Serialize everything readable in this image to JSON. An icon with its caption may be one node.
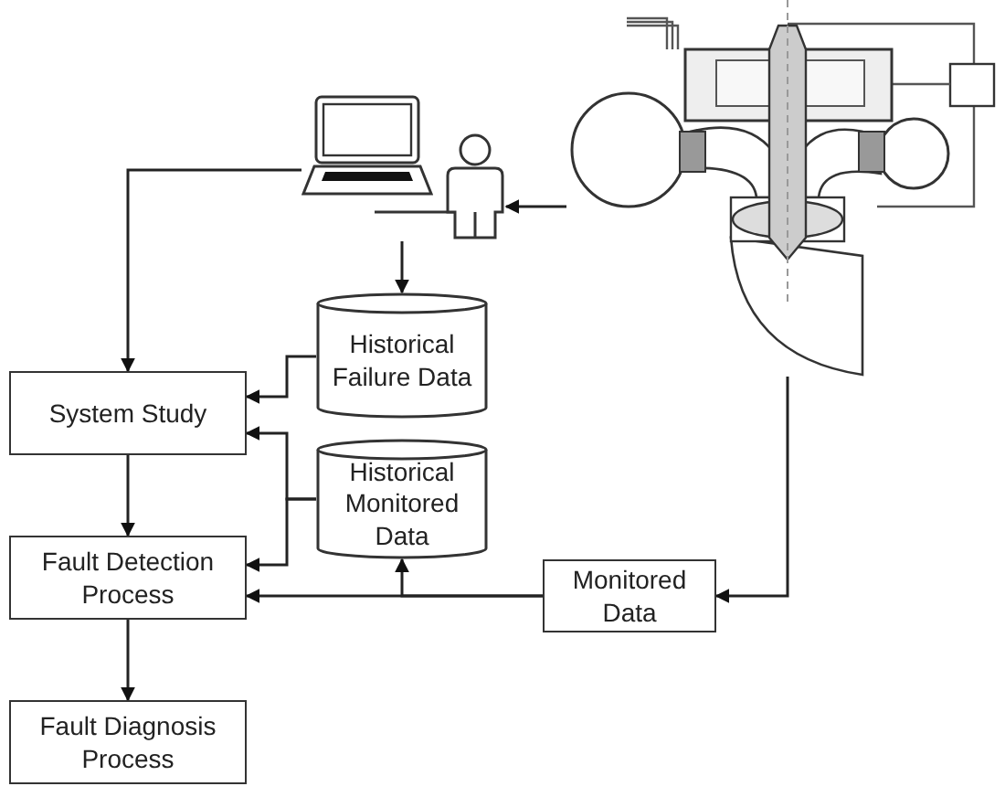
{
  "diagram": {
    "nodes": [
      {
        "text": [],
        "shape": "picture"
      },
      {
        "text": [],
        "shape": "person"
      },
      {
        "text": [],
        "shape": "picture"
      },
      {
        "text": [
          "Historical Failure Data"
        ]
      },
      {
        "text": [
          "Historical Monitored Data"
        ]
      },
      {
        "text": [
          "System Study"
        ]
      },
      {
        "text": [
          "Fault Detection Process"
        ]
      },
      {
        "text": [
          "Fault Diagnosis Process"
        ]
      },
      {
        "text": [
          "Monitored Data"
        ]
      }
    ],
    "edges": [
      {
        "from": 0,
        "to": 5,
        "arrow": "to"
      },
      {
        "from": 2,
        "to": 1,
        "arrow": "to"
      },
      {
        "from": 1,
        "to": 3,
        "arrow": "to"
      },
      {
        "from": 3,
        "to": 5,
        "arrow": "to"
      },
      {
        "from": 4,
        "to": 5,
        "arrow": "to"
      },
      {
        "from": 4,
        "to": 6,
        "arrow": "to"
      },
      {
        "from": 5,
        "to": 6,
        "arrow": "to"
      },
      {
        "from": 6,
        "to": 7,
        "arrow": "to"
      },
      {
        "from": 2,
        "to": 8,
        "arrow": "to"
      },
      {
        "from": 8,
        "to": 6,
        "arrow": "to"
      },
      {
        "from": 8,
        "to": 4,
        "arrow": "to"
      }
    ]
  }
}
